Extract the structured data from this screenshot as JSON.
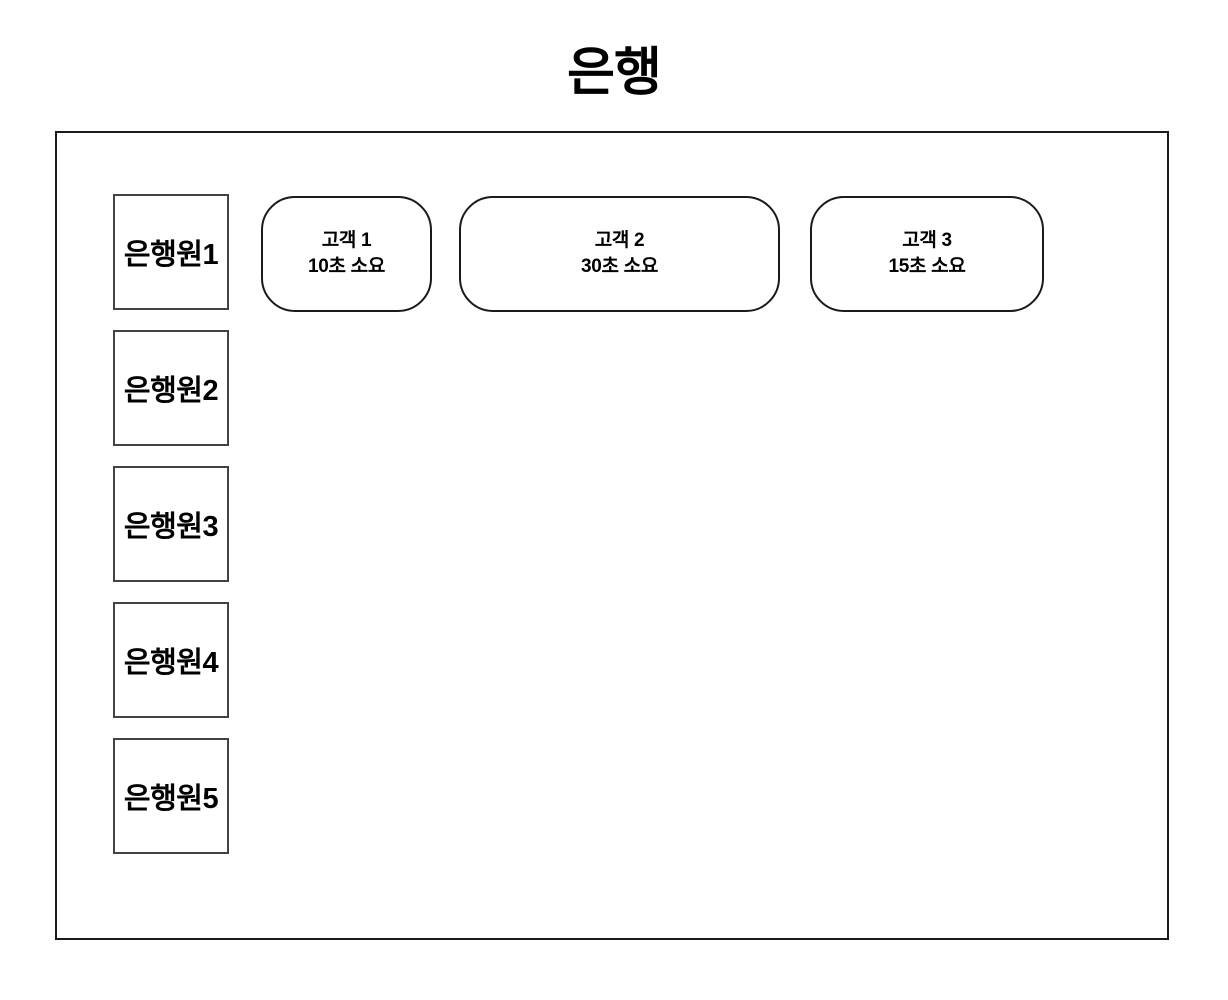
{
  "title": "은행",
  "tellers": [
    {
      "label": "은행원1"
    },
    {
      "label": "은행원2"
    },
    {
      "label": "은행원3"
    },
    {
      "label": "은행원4"
    },
    {
      "label": "은행원5"
    }
  ],
  "customers": [
    {
      "name": "고객 1",
      "duration": "10초 소요"
    },
    {
      "name": "고객 2",
      "duration": "30초 소요"
    },
    {
      "name": "고객 3",
      "duration": "15초 소요"
    }
  ],
  "colors": {
    "background": "#ffffff",
    "text": "#000000",
    "outer_border": "#1a1a1a",
    "teller_border": "#424242",
    "customer_border": "#1a1a1a"
  }
}
